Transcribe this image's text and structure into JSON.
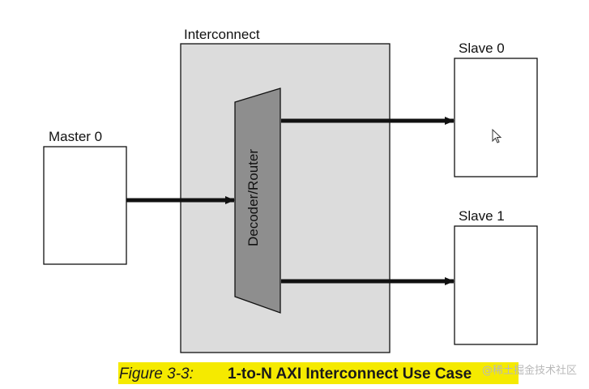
{
  "diagram": {
    "interconnect_label": "Interconnect",
    "decoder_label": "Decoder/Router",
    "master_label": "Master 0",
    "slave0_label": "Slave 0",
    "slave1_label": "Slave 1",
    "caption_prefix": "Figure 3-3:",
    "caption_title": "1-to-N AXI Interconnect Use Case",
    "watermark": "@稀土掘金技术社区"
  },
  "colors": {
    "interconnect_fill": "#dcdcdc",
    "decoder_fill": "#8e8e8e",
    "caption_highlight": "#f5ea00",
    "line": "#111111"
  }
}
